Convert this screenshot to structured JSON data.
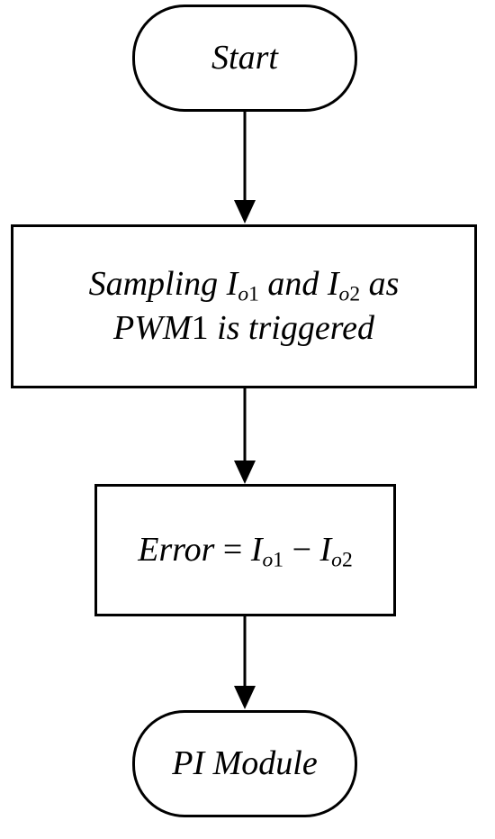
{
  "nodes": {
    "start": {
      "text": "Start"
    },
    "sampling": {
      "prefix": "Sampling ",
      "var1": {
        "base": "I",
        "sub": "o",
        "sub_index": "1"
      },
      "middle": " and ",
      "var2": {
        "base": "I",
        "sub": "o",
        "sub_index": "2"
      },
      "line1_suffix": " as",
      "pwm_name": "PWM",
      "pwm_index": "1",
      "line2_suffix": " is triggered"
    },
    "error": {
      "lhs": "Error",
      "equals": " = ",
      "var1": {
        "base": "I",
        "sub": "o",
        "sub_index": "1"
      },
      "minus": " − ",
      "var2": {
        "base": "I",
        "sub": "o",
        "sub_index": "2"
      }
    },
    "pi": {
      "text": "PI Module"
    }
  },
  "colors": {
    "stroke": "#000000",
    "fill": "#ffffff"
  }
}
